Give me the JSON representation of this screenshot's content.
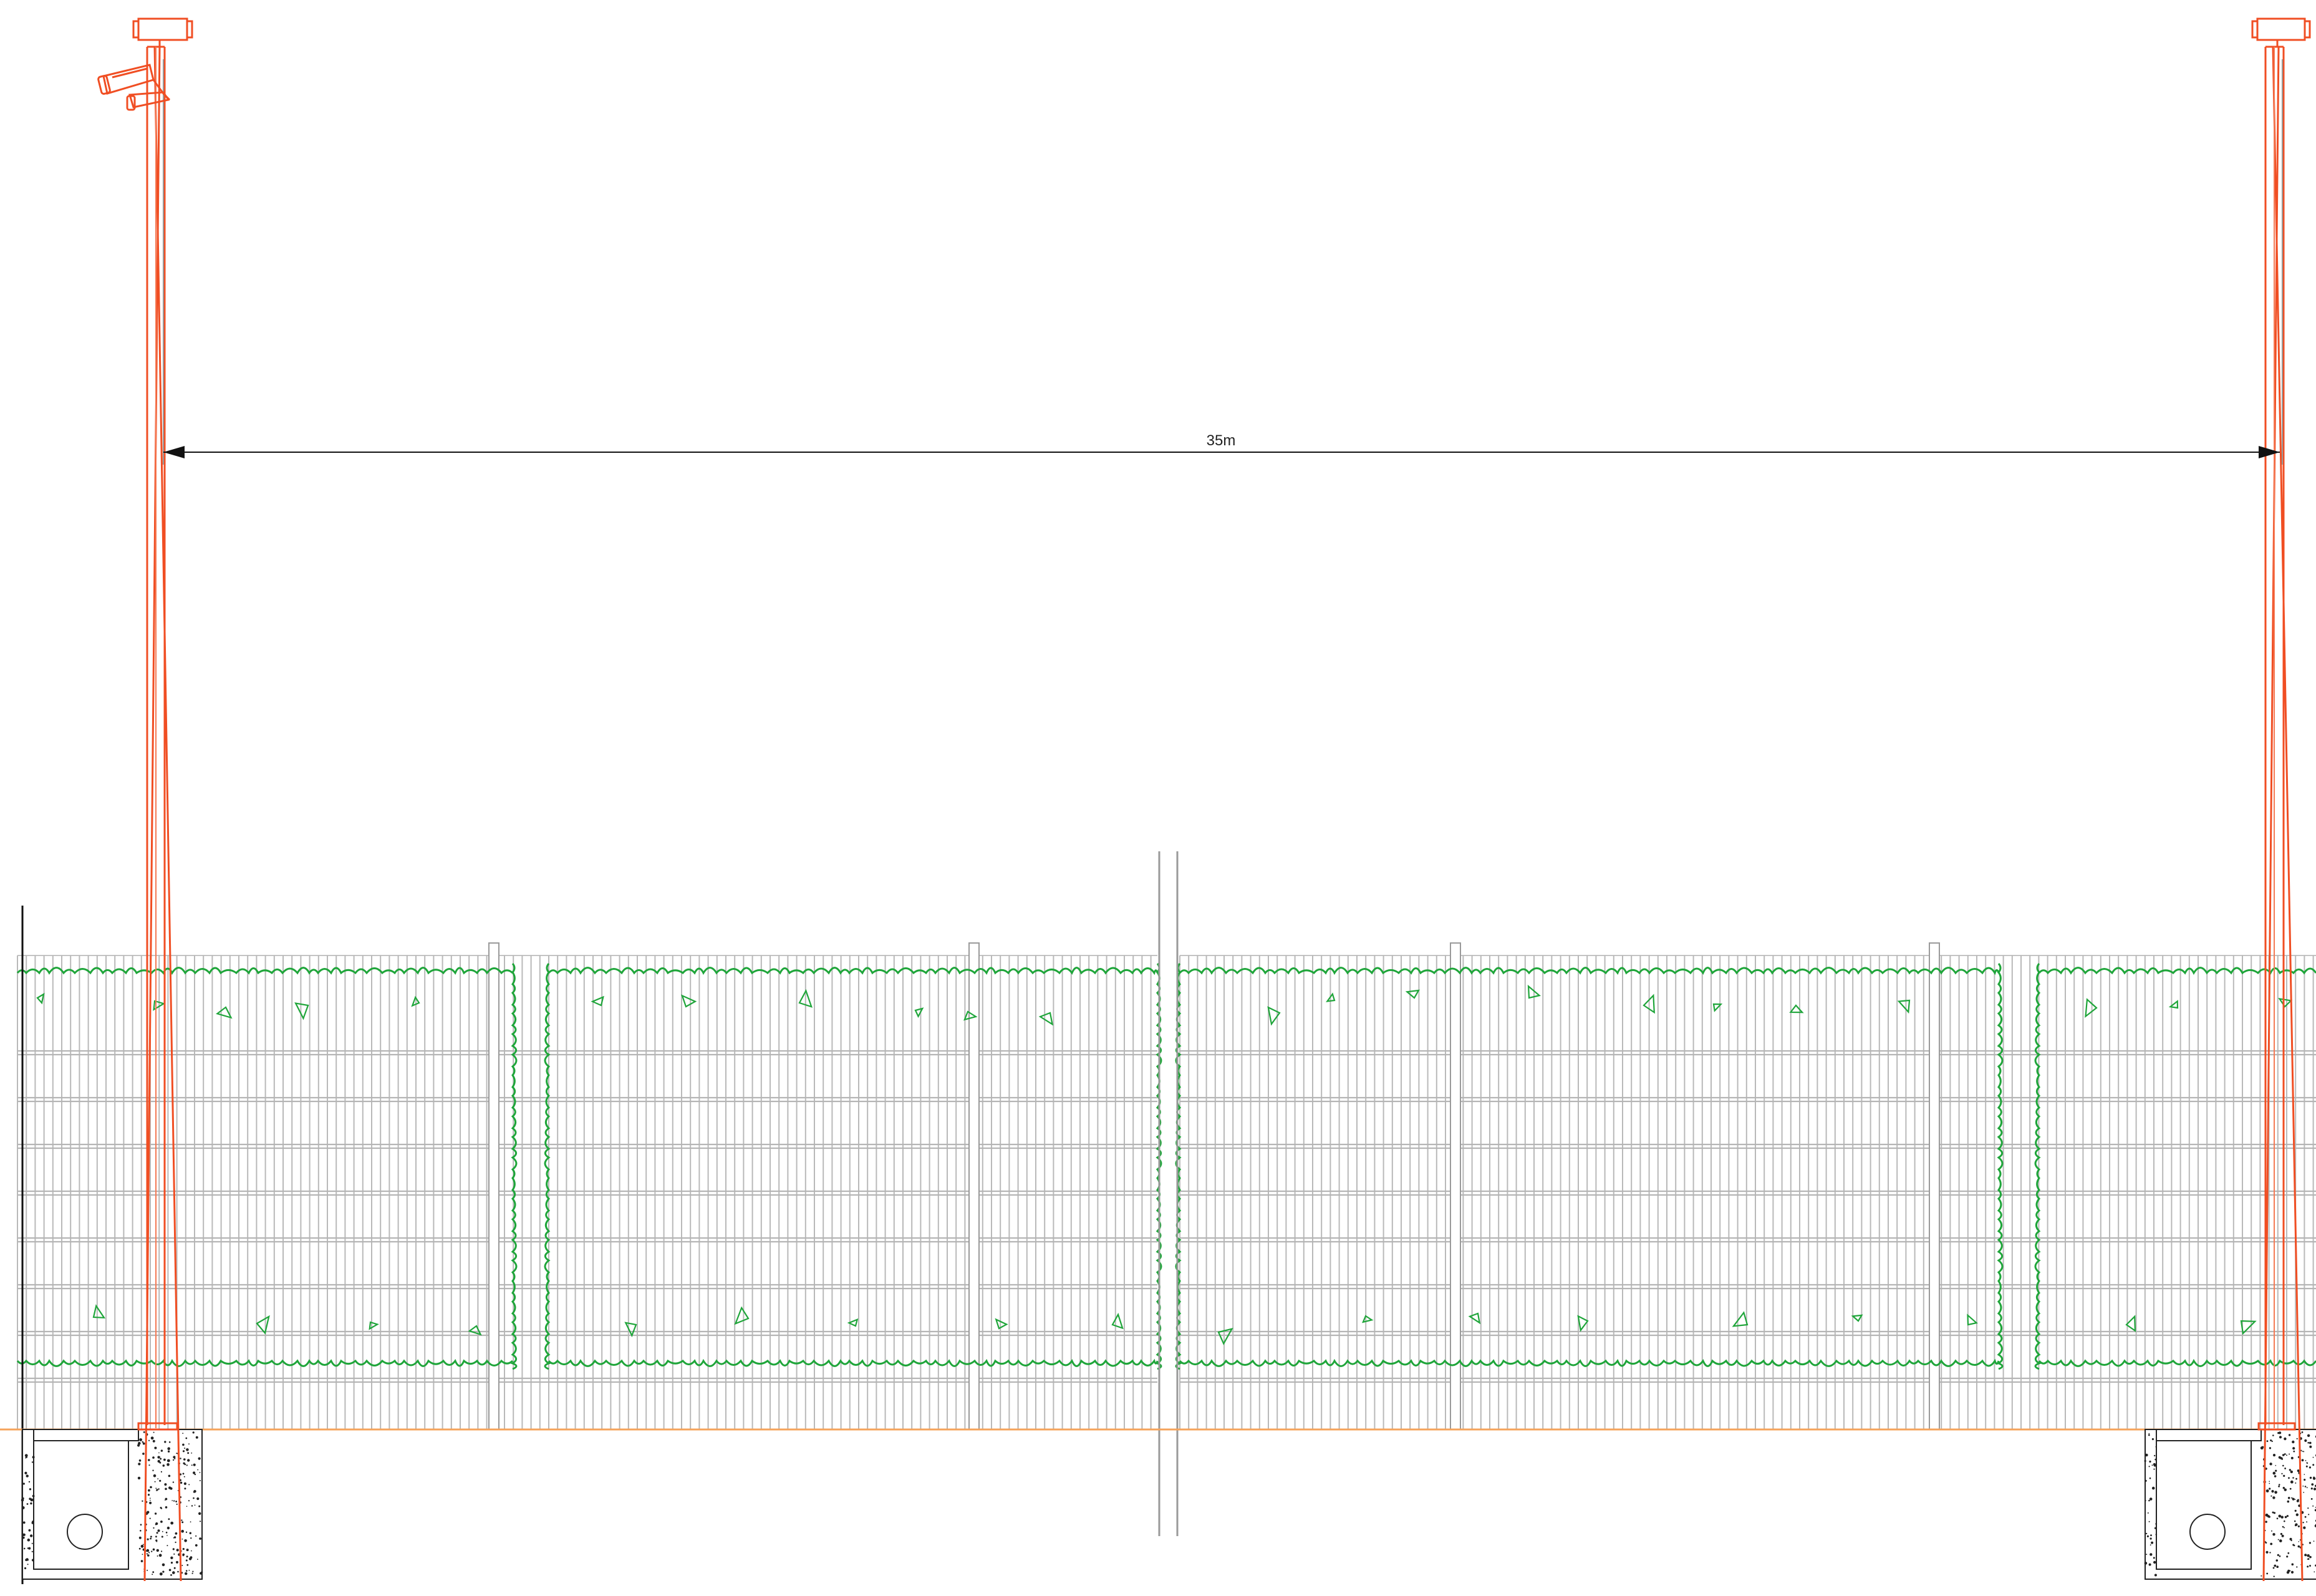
{
  "drawing": {
    "dimension": {
      "label": "35m"
    },
    "colors": {
      "pole": "#f04e23",
      "hedge": "#1fa53a",
      "mesh": "#b9b9b9",
      "ground": "#f5a35a",
      "foundation": "#222222"
    },
    "icons": [
      "cctv-camera-icon",
      "floodlight-head-icon"
    ],
    "elements": [
      "lighting-column-left",
      "lighting-column-right",
      "security-mesh-fence",
      "hedge-planting",
      "concrete-foundation-left",
      "concrete-foundation-right"
    ]
  }
}
